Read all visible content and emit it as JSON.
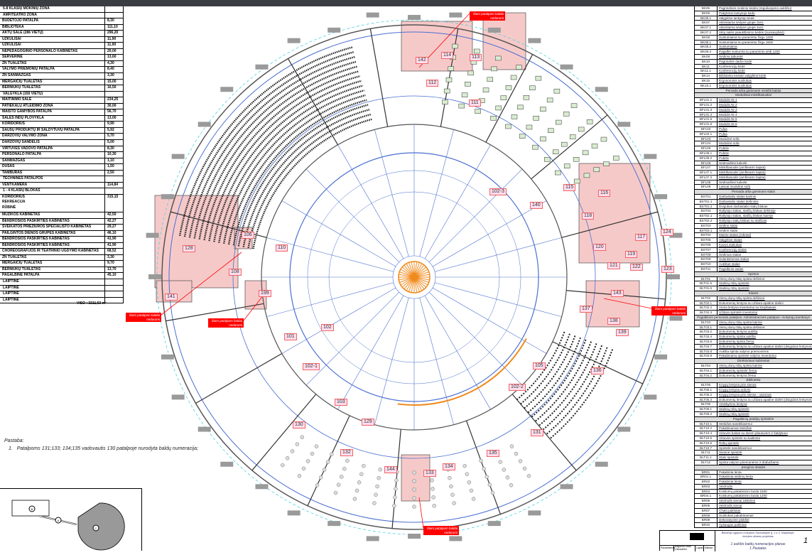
{
  "left_table": {
    "rows": [
      {
        "name": "5-8 KLASIŲ MOKINIŲ ZONA",
        "value": ""
      },
      {
        "name": "AMFITEATRO ZONA",
        "value": ""
      },
      {
        "name": "BUDĖTOJO PATALPA",
        "value": "8,30"
      },
      {
        "name": "BIBLIOTEKA",
        "value": "111,10"
      },
      {
        "name": "AKTŲ SALĖ (286 VIETŲ)",
        "value": "296,20"
      },
      {
        "name": "UŽKULISAI",
        "value": "11,90"
      },
      {
        "name": "UŽKULISAI",
        "value": "11,90"
      },
      {
        "name": "NEPEDAGOGINIO PERSONALO KABINETAS",
        "value": "20,00"
      },
      {
        "name": "SERVERINĖ",
        "value": "13,60"
      },
      {
        "name": "ŽN TUALETAS",
        "value": "4,30"
      },
      {
        "name": "VALYMO PRIEMONIŲ PATALPA",
        "value": "8,40"
      },
      {
        "name": "ŽN SANMAZGAS",
        "value": "3,30"
      },
      {
        "name": "MERGAIČIŲ TUALETAS",
        "value": "15,00"
      },
      {
        "name": "BERNIUKŲ TUALETAS",
        "value": "16,50"
      },
      {
        "name": "VALGYKLA (150 VIETŲ)",
        "value": ""
      },
      {
        "name": "MAITINIMO SALĖ",
        "value": "234,25"
      },
      {
        "name": "PATIEKALŲ ATLEIDIMO ZONA",
        "value": "30,00"
      },
      {
        "name": "MAISTO GAMYBOS PATALPA",
        "value": "56,70"
      },
      {
        "name": "SALĖS INDŲ PLOVYKLA",
        "value": "13,00"
      },
      {
        "name": "KORIDORIUS",
        "value": "9,90"
      },
      {
        "name": "SAUSŲ PRODUKTŲ IR ŠALDYTUVŲ PATALPA",
        "value": "5,92"
      },
      {
        "name": "DARŽOVIŲ VALYMO ZONA",
        "value": "5,70"
      },
      {
        "name": "DARŽOVIŲ SANDĖLIS",
        "value": "5,00"
      },
      {
        "name": "VIRTUVĖS VADOVO PATALPA",
        "value": "8,30"
      },
      {
        "name": "PERSONALO PATALPA",
        "value": "10,30"
      },
      {
        "name": "SANMAZGAS",
        "value": "1,10"
      },
      {
        "name": "DUŠAS",
        "value": "1,50"
      },
      {
        "name": "TAMBŪRAS",
        "value": "2,50"
      },
      {
        "name": "TECHNINĖS PATALPOS",
        "value": ""
      },
      {
        "name": "VENTKAMERA",
        "value": "114,84"
      },
      {
        "name": "1 - 4 KLASIŲ BLOKAS",
        "value": ""
      },
      {
        "name": "KORIDORIUS\nREKREACIJA\nRŪBINĖ",
        "value": "315,15",
        "tall": true
      },
      {
        "name": "MUZIKOS KABINETAS",
        "value": "42,50"
      },
      {
        "name": "BENDROSIOS PASKIRTIES KABINETAS",
        "value": "42,27"
      },
      {
        "name": "SVEIKATOS PRIEŽIŪROS SPECIALISTO KABINETAS",
        "value": "29,27"
      },
      {
        "name": "PAILGINTOS DIENOS GRUPĖS KABINETAS",
        "value": "46,10"
      },
      {
        "name": "BENDROSIOS PASKIRTIES KABINETAS",
        "value": "41,90"
      },
      {
        "name": "BENDROSIOS PASKIRTIES KABINETAS",
        "value": "41,90"
      },
      {
        "name": "CHOREOGRAFIJOS IR TEATRINIO UGDYMO KABINETAS",
        "value": "68,52"
      },
      {
        "name": "ŽN TUALETAS",
        "value": "3,30"
      },
      {
        "name": "MERGAIČIŲ TUALETAS",
        "value": "9,70"
      },
      {
        "name": "BERNIUKŲ TUALETAS",
        "value": "13,70"
      },
      {
        "name": "PAGALBINĖ PATALPA",
        "value": "45,10"
      },
      {
        "name": "LAIPTINĖ",
        "value": ""
      },
      {
        "name": "LAIPTINĖ",
        "value": ""
      },
      {
        "name": "LAIPTINĖ",
        "value": ""
      },
      {
        "name": "LAIPTINĖ",
        "value": ""
      }
    ],
    "total": "VISO : 3211,63 m²"
  },
  "note": {
    "title": "Pastaba:",
    "num": "1.",
    "text": "Patalpoms 131;133; 134;135 vadovautis 130 patalpoje nurodyta baldų numeracija;"
  },
  "keyplan": {
    "labels": [
      "B",
      "A",
      "C"
    ]
  },
  "callout_text": "Šiom patalpom baldai nedaromi",
  "rooms": [
    "142",
    "114",
    "113",
    "112",
    "116",
    "117",
    "118",
    "119",
    "120",
    "121",
    "122",
    "123",
    "124",
    "115",
    "128",
    "141",
    "106",
    "108",
    "199",
    "110",
    "140",
    "102",
    "102-1",
    "102-2",
    "102-3",
    "101",
    "143",
    "137",
    "138",
    "139",
    "136",
    "103",
    "129",
    "130",
    "132",
    "144",
    "133",
    "134",
    "135",
    "131",
    "105",
    "111"
  ],
  "legend": {
    "rows": [
      {
        "c": "BK05",
        "d": "Pagrindinės mokinio kėdės (reguliuojamo aukščio)"
      },
      {
        "c": "BK06",
        "d": "Pakylėtos lankytojo kėdė"
      },
      {
        "c": "BK06.1",
        "d": "Valgyklos lankytojo kėdė"
      },
      {
        "c": "BK07",
        "d": "Atlenkiama sėdynė grupė 3vnt."
      },
      {
        "c": "BK07.1",
        "d": "Atlenkiama sėdynė grupė 4vnt."
      },
      {
        "c": "BK07.2",
        "d": "Aktų salės paaukštinimo kėdės (nuosavybės)"
      },
      {
        "c": "BK08",
        "d": "Sustumiama su paramintu žirgu 1200"
      },
      {
        "c": "BK08.1",
        "d": "Sustumiama su paramintu žirgu 1500"
      },
      {
        "c": "BK08.2",
        "d": "Sustumiama"
      },
      {
        "c": "BK08.3",
        "d": "Pagalbė sustumta su paramintu sėdi 1200"
      },
      {
        "c": "BK09",
        "d": "Sėdima taburetė"
      },
      {
        "c": "BK10",
        "d": "Pagrindinė darbo kėdė"
      },
      {
        "c": "BK11",
        "d": "Konferencijų kėdė"
      },
      {
        "c": "BK11.1",
        "d": "Konferencijų kėdė"
      },
      {
        "c": "BK14",
        "d": "Biblioteka kėdutė valgyklos kėdė"
      },
      {
        "c": "BK15",
        "d": "Ergonominis suoliukas"
      },
      {
        "c": "BK15.1",
        "d": "Ergonominis suoliukas"
      },
      {
        "h": true,
        "d": "Pervada arba gaminami minkšti baldai"
      },
      {
        "h": true,
        "d": "Moduliniai minkštasuoliai"
      },
      {
        "c": "BFL01.1",
        "d": "Modulis Nr.1"
      },
      {
        "c": "BFL01.2",
        "d": "Modulis Nr.2"
      },
      {
        "c": "BFL01.3",
        "d": "Modulis Nr.3"
      },
      {
        "c": "BFL01.4",
        "d": "Modulis Nr.4"
      },
      {
        "c": "BFL01.5",
        "d": "Modulis Nr.5"
      },
      {
        "c": "BFL01.6",
        "d": "Modulis Nr.6"
      },
      {
        "c": "BFL02",
        "d": "Pufas"
      },
      {
        "c": "BFL02.1",
        "d": "Pufas"
      },
      {
        "c": "BFL03",
        "d": "Modulinė sofa"
      },
      {
        "c": "BFL04",
        "d": "Modulinė sofa"
      },
      {
        "c": "BFL05",
        "d": "Pufelis"
      },
      {
        "c": "BFL05.1",
        "d": "Pufelis"
      },
      {
        "c": "BFL05.2",
        "d": "Pufelis"
      },
      {
        "c": "BFL06",
        "d": "Sėdmaišinė kalvelė"
      },
      {
        "c": "BFL07",
        "d": "Minkštasuolis (amfiteatro laiptai)"
      },
      {
        "c": "BFL07.1",
        "d": "Minkštasuolis (amfiteatro laiptai)"
      },
      {
        "c": "BFL07.2",
        "d": "Minkštasuolis (amfiteatro laiptai)"
      },
      {
        "c": "BFL08",
        "d": "Sėdmaišinė kalvelė"
      },
      {
        "c": "BFL09",
        "d": "Laisvai modulinė sofa"
      },
      {
        "h": true,
        "d": "Pervada arba gaminami stalai"
      },
      {
        "c": "BST01",
        "d": "Darbastalio stalas kairinis"
      },
      {
        "c": "BST01.1",
        "d": "Darbastalio stalas dešininis"
      },
      {
        "c": "BST01.2",
        "d": "Dvigubas darbastalio stalų blokas"
      },
      {
        "c": "BST02",
        "d": "Rašytojo stalas, stalčių blokas dešinėje"
      },
      {
        "c": "BST02.1",
        "d": "Rašytojo stalas, stalčių blokas kairėje"
      },
      {
        "c": "BST02.2",
        "d": "Rašytojo stalų blokas su stalčiais"
      },
      {
        "c": "BST03",
        "d": "Sėdimi stalai"
      },
      {
        "c": "BST03.1",
        "d": "Sėdimi stalai"
      },
      {
        "c": "BST04",
        "d": "Maisto stalas (robotai)"
      },
      {
        "c": "BST05",
        "d": "Valgyklos stalas"
      },
      {
        "c": "BST06",
        "d": "Kavos staliukas"
      },
      {
        "c": "BST07",
        "d": "Konferencijų stalas"
      },
      {
        "c": "BST08",
        "d": "Sėdimas stalas"
      },
      {
        "c": "BST09",
        "d": "Sulankstomas stalas"
      },
      {
        "c": "BST10",
        "d": "Aukštas stalas"
      },
      {
        "c": "BST11",
        "d": "Pagalbinis stalas"
      },
      {
        "h": true,
        "d": "Spintos"
      },
      {
        "c": "BLT01",
        "d": "Vienų durų rūbų spinta dešininė"
      },
      {
        "c": "BLT01.5",
        "d": "Stalinių rūbų spintelė"
      },
      {
        "c": "BLT01.6",
        "d": "Stalinių rūbų spintelė"
      },
      {
        "h": true,
        "d": "Klasės"
      },
      {
        "c": "BLT02",
        "d": "Vienų durų rūbų spinta dešininė"
      },
      {
        "c": "BLT02.1",
        "d": "Dokumentų lentyna su uždara apatine dalimi"
      },
      {
        "c": "BLT02.2",
        "d": "Atvira lentyna inventoriui su krepšiukais"
      },
      {
        "c": "BLT02.3",
        "d": "Uždara spintelė inventoriui"
      },
      {
        "h": true,
        "d": "Pagalbinės personalo patalpos- Administracinės patalpos- mokytojų kambarys"
      },
      {
        "c": "BLT03",
        "d": "Vienų durų rūbų spinta kairinė"
      },
      {
        "c": "BLT03.1",
        "d": "Vienų durų rūbų spinta dešininė"
      },
      {
        "c": "BLT03.2",
        "d": "Dokumentų lentyna aukšta"
      },
      {
        "c": "BLT03.4",
        "d": "Dokumentų spinta aukšta"
      },
      {
        "c": "BLT03.5",
        "d": "Dokumentų spinta žema"
      },
      {
        "c": "BLT03.7",
        "d": "Dokumentų lentyna su uždara apatine dalimi (dvigubos lentynos)"
      },
      {
        "c": "BLT03.8",
        "d": "Aukšta spinta valymo priemonėms"
      },
      {
        "c": "BLT03.9",
        "d": "Pakabinama spintelė valymo inventoriui"
      },
      {
        "h": true,
        "d": "Direktoriaus kabinetas"
      },
      {
        "c": "BLT04",
        "d": "Vienų durų rūbų spinta kairinė"
      },
      {
        "c": "BLT04.1",
        "d": "Dokumentų spintelė žema"
      },
      {
        "c": "BLT04.2",
        "d": "Dokumentų lentyna žema"
      },
      {
        "h": true,
        "d": "Biblioteka"
      },
      {
        "c": "BLT05",
        "d": "Knygų lentyna prie sienos"
      },
      {
        "c": "BLT05.1",
        "d": "Knygų lentyna ardomi"
      },
      {
        "c": "BLT05.2",
        "d": "Knygų lentyna prie sienos - vazonas"
      },
      {
        "c": "BLT05.3",
        "d": "Dokumentų lentyna su uždara apatine dalimi (dvigubos lentynos)"
      },
      {
        "c": "BLT06",
        "d": "Atsiskyrimo lentyna"
      },
      {
        "c": "BLT06.1",
        "d": "Stalinių rūbų spintelė"
      },
      {
        "c": "BLT06.2",
        "d": "Stalinių rūbų spintelė"
      },
      {
        "h": true,
        "d": "Pagalbinių patalpų spintelės"
      },
      {
        "c": "BLT10.1",
        "d": "Stelažas sandėliavimui"
      },
      {
        "c": "BLT10.2",
        "d": "Pakabinamas stelažas"
      },
      {
        "c": "BLT10.4",
        "d": "Virtuvės baldai su dviem plautuvėm ir šaldytuvu"
      },
      {
        "c": "BLT10.5",
        "d": "Virtuvės spintelė su kaitlente"
      },
      {
        "c": "BLT10.6",
        "d": "Rūbų spintelė"
      },
      {
        "c": "BLT10.7",
        "d": "Spintelė sandėliavimui"
      },
      {
        "c": "BLT11",
        "d": "Sieninė spintelė"
      },
      {
        "c": "BLT11.1",
        "d": "Stalo spintelė"
      },
      {
        "c": "BLT12",
        "d": "Spinta valymo priemonėms ir drabužiams"
      },
      {
        "h": true,
        "d": "Įrenginio detalės"
      },
      {
        "c": "BR01",
        "d": "Pakabinta lenta"
      },
      {
        "c": "BR01.1",
        "d": "Pakabinta sėdimų lenta"
      },
      {
        "c": "BR02",
        "d": "Pakabinta lenta"
      },
      {
        "c": "BR03",
        "d": "Veidrodis"
      },
      {
        "c": "BR04",
        "d": "Kostiumų pakabinimo lazda 1500"
      },
      {
        "c": "BR04.1",
        "d": "Kostiumų pakabinimo lazda 1200"
      },
      {
        "c": "BR05",
        "d": "Veidrodis sienai 1650mm"
      },
      {
        "c": "BR06",
        "d": "Veidrodis sienai"
      },
      {
        "c": "BR07",
        "d": "Chalo paklotas"
      },
      {
        "c": "BR08",
        "d": "Suoliukas pakabinamas"
      },
      {
        "c": "BR09",
        "d": "Dekoratyvinė plokštė"
      },
      {
        "c": "BR10",
        "d": "Apsaugos paklotas"
      }
    ]
  },
  "title_block": {
    "project": "Bendrojo ugdymo mokyklos Savivaldybė g. 1 ir 3, Klaipėdoje, Interjero dizaino projektas",
    "sheet_title": "1 aukšto baldų numeracijos planas",
    "building": "1 Pastatas",
    "sheet_no": "1",
    "col1": "Pavadinimas",
    "col2": "Lapas",
    "col3": "Išleista",
    "col4": "Bagdonė Marė, Lietuvai/ės"
  },
  "colors": {
    "room_fill": "#f6c9c9",
    "wall_blue": "#4a6fd0",
    "orange": "#f08a1c",
    "callout": "#ff0000"
  }
}
